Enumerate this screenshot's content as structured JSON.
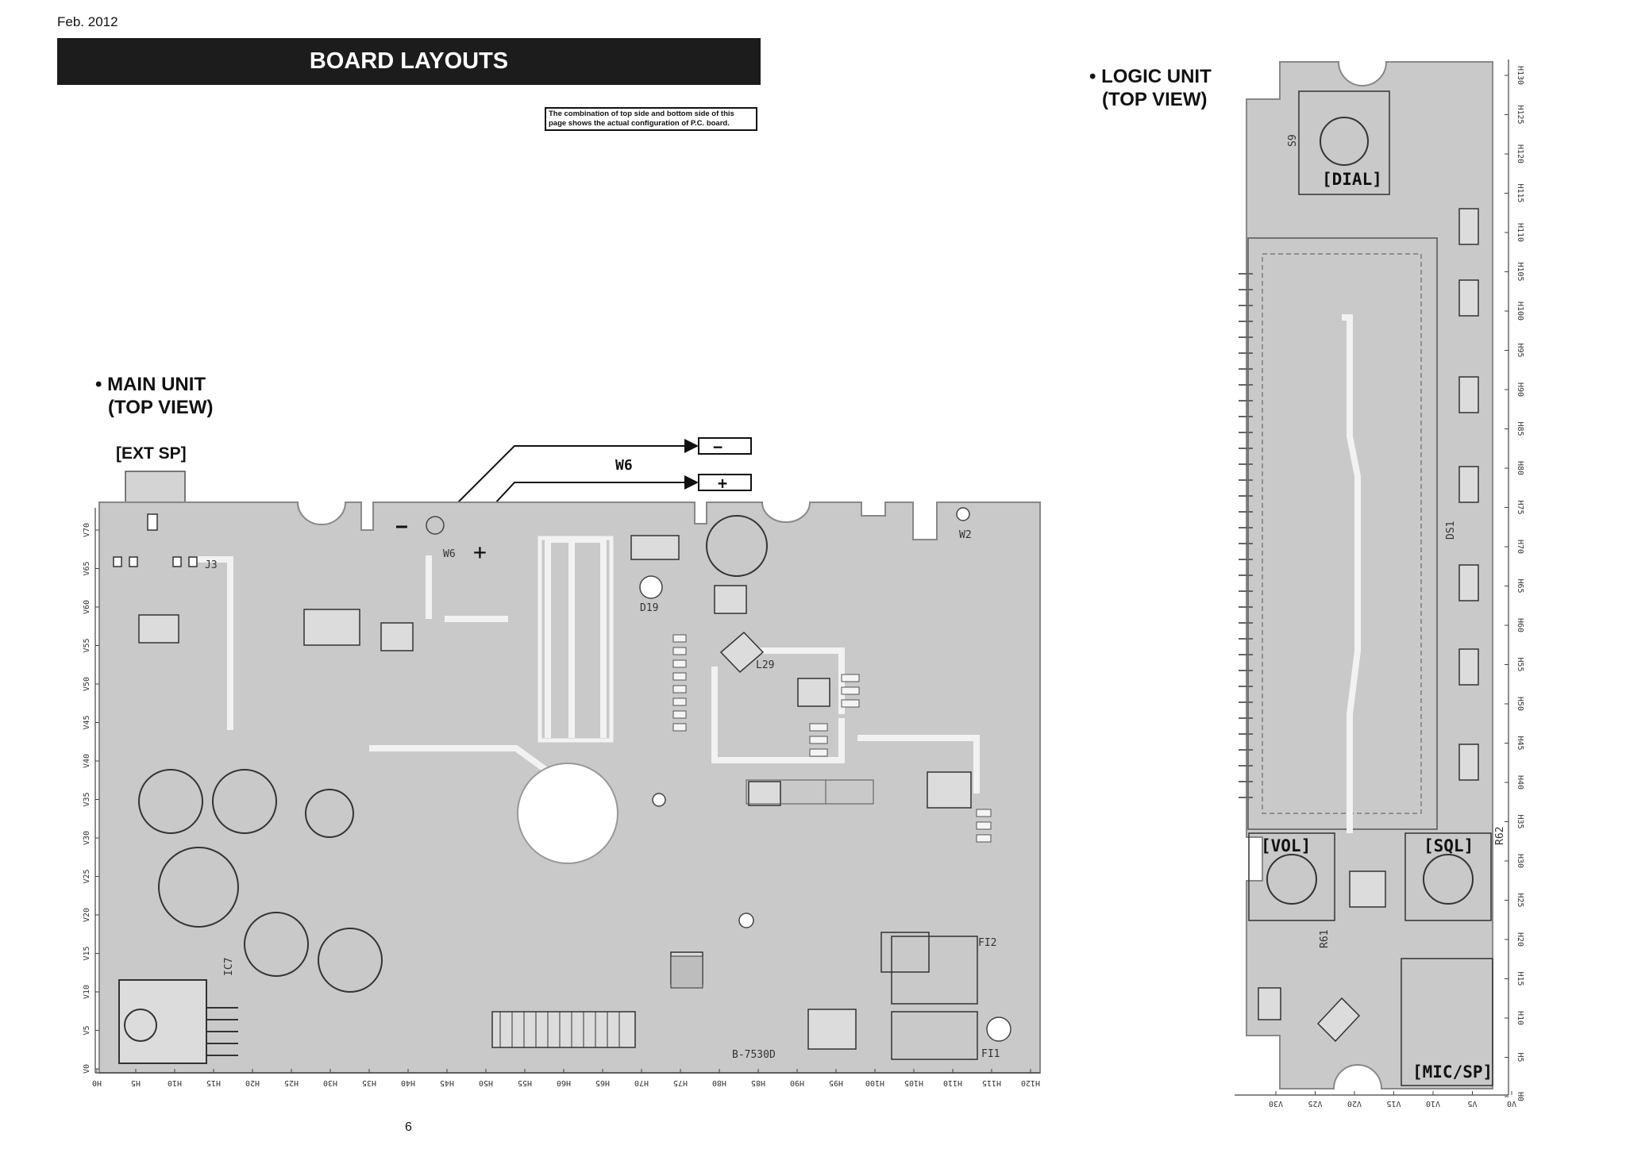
{
  "header": {
    "date": "Feb. 2012",
    "banner_title": "BOARD LAYOUTS",
    "note": "The combination of top side and bottom side of this page shows the actual configuration of P.C. board."
  },
  "main_unit": {
    "title_line1": "• MAIN UNIT",
    "title_line2": "(TOP VIEW)",
    "ext_sp_label": "[EXT SP]",
    "w6_label": "W6",
    "minus_sign": "−",
    "plus_sign": "+",
    "silkscreen": {
      "j3": "J3",
      "w6": "W6",
      "w2": "W2",
      "d19": "D19",
      "l29": "L29",
      "ic7": "IC7",
      "fi1": "FI1",
      "fi2": "FI2",
      "board_id": "B-7530D"
    },
    "bottom_ruler": [
      "H0",
      "H5",
      "H10",
      "H15",
      "H20",
      "H25",
      "H30",
      "H35",
      "H40",
      "H45",
      "H50",
      "H55",
      "H60",
      "H65",
      "H70",
      "H75",
      "H80",
      "H85",
      "H90",
      "H95",
      "H100",
      "H105",
      "H110",
      "H115",
      "H120"
    ],
    "left_ruler": [
      "V0",
      "V5",
      "V10",
      "V15",
      "V20",
      "V25",
      "V30",
      "V35",
      "V40",
      "V45",
      "V50",
      "V55",
      "V60",
      "V65",
      "V70"
    ]
  },
  "logic_unit": {
    "title_line1": "• LOGIC UNIT",
    "title_line2": "(TOP VIEW)",
    "dial_label": "[DIAL]",
    "vol_label": "[VOL]",
    "sql_label": "[SQL]",
    "micsp_label": "[MIC/SP]",
    "silkscreen": {
      "s9": "S9",
      "ds1": "DS1",
      "r61": "R61",
      "r62": "R62"
    },
    "right_ruler": [
      "H130",
      "H125",
      "H120",
      "H115",
      "H110",
      "H105",
      "H100",
      "H95",
      "H90",
      "H85",
      "H80",
      "H75",
      "H70",
      "H65",
      "H60",
      "H55",
      "H50",
      "H45",
      "H40",
      "H35",
      "H30",
      "H25",
      "H20",
      "H15",
      "H10",
      "H5",
      "H0"
    ],
    "bottom_ruler": [
      "V30",
      "V25",
      "V20",
      "V15",
      "V10",
      "V5",
      "V0"
    ]
  },
  "footer": {
    "page_number": "6"
  }
}
